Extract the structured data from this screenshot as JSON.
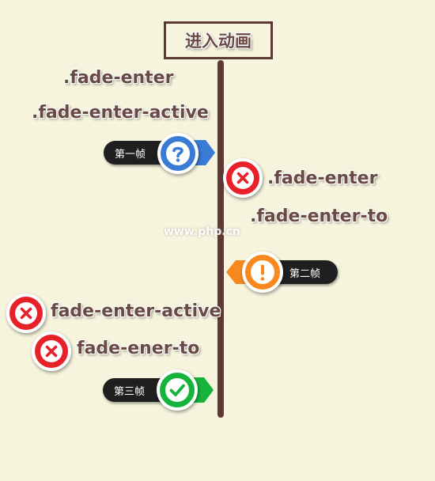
{
  "title": "进入动画",
  "labels": {
    "fade_enter_1": ".fade-enter",
    "fade_enter_active_1": ".fade-enter-active",
    "fade_enter_2": ".fade-enter",
    "fade_enter_to": ".fade-enter-to",
    "fade_enter_active_2": "fade-enter-active",
    "fade_ener_to": "fade-ener-to"
  },
  "frames": {
    "frame1": "第一帧",
    "frame2": "第二帧",
    "frame3": "第三帧"
  },
  "watermark": "www.php.cn",
  "colors": {
    "axis": "#5d3b34",
    "text": "#6a4a44",
    "question": "#3a7bd5",
    "error": "#e8202a",
    "warning": "#f7891f",
    "success": "#16b43a"
  },
  "icons": {
    "frame1": "question-icon",
    "frame2": "exclamation-icon",
    "frame3": "check-icon",
    "errors": "x-icon"
  }
}
